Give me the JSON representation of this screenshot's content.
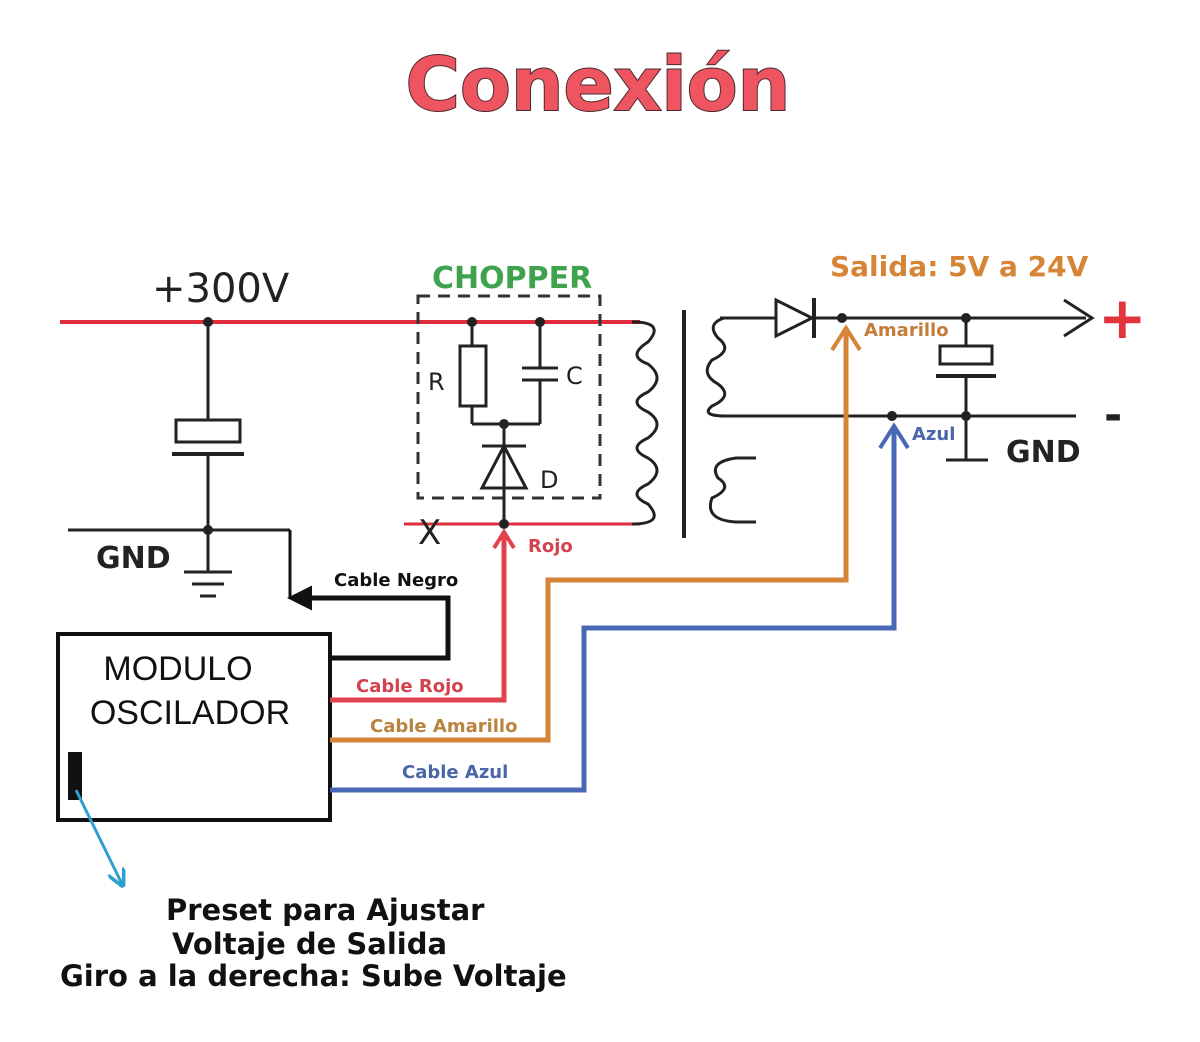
{
  "title": "Conexión",
  "colors": {
    "title": "#ee5560",
    "rail_red": "#e02c3c",
    "wire_black": "#111111",
    "wire_red": "#e0434e",
    "wire_yellow": "#d68537",
    "wire_blue": "#4868b6",
    "chopper_green": "#3fa24f",
    "pointer_cyan": "#2f9fd0"
  },
  "labels": {
    "hv": "+300V",
    "gnd_left": "GND",
    "chopper": "CHOPPER",
    "r": "R",
    "c": "C",
    "d": "D",
    "salida": "Salida: 5V a 24V",
    "plus": "+",
    "minus": "-",
    "gnd_right": "GND",
    "amarillo": "Amarillo",
    "azul": "Azul",
    "rojo": "Rojo",
    "cable_negro": "Cable Negro",
    "cable_rojo": "Cable Rojo",
    "cable_amarillo": "Cable Amarillo",
    "cable_azul": "Cable Azul",
    "cross": "X"
  },
  "module": {
    "line1": "MODULO",
    "line2": "OSCILADOR"
  },
  "note": {
    "line1": "Preset para Ajustar",
    "line2": "Voltaje de Salida",
    "line3": "Giro a la derecha: Sube Voltaje"
  },
  "icons": {
    "ground": "ground-symbol-icon",
    "diode": "diode-icon",
    "resistor": "resistor-icon",
    "capacitor": "capacitor-icon",
    "transformer": "transformer-icon",
    "preset": "preset-potentiometer-icon"
  }
}
